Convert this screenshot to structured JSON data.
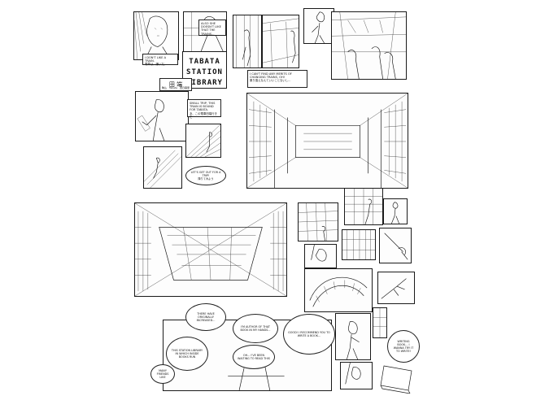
{
  "title": {
    "lines": [
      "TABATA",
      "STATION",
      "LIBRARY"
    ]
  },
  "captions": {
    "dont_like_train": {
      "en": "I DON'T LIKE A TRAIN.",
      "jp": "電車は、嫌いだ。"
    },
    "also_dont_like": {
      "en": "ALSO SHE DOESN'T LIKE THAT THE TRAINS...",
      "jp": ""
    },
    "cant_find_merit": {
      "en": "I CAN'T FIND ANY MERITS OF CHANGING TRAINS, OH!",
      "jp": "乗り換えなんていいことないし..."
    },
    "small_train": {
      "en": "SMALL TRIP, THIS TRAIN IS BOUND FOR TABATA.",
      "jp": "あ、この電車田端行きだ"
    },
    "lets_get_out": {
      "en": "LET'S GET OUT FOR A TRIP!",
      "jp": "降りてみよう"
    },
    "there_have": {
      "en": "THERE HAVE ORIGINALLY INCREASED...",
      "jp": ""
    },
    "the_station_library": {
      "en": "THIS STATION LIBRARY IN WHICH INSIDE BOOKS RUN",
      "jp": ""
    },
    "im_author": {
      "en": "I'M AUTHOR OF THAT BOOK IN MY HANDS...",
      "jp": ""
    },
    "oh": {
      "en": "OH... I'VE BEEN WAITING TO READ THIS",
      "jp": ""
    },
    "good": {
      "en": "GOOD! I RECOMMEND YOU TO WRITE A BOOK...",
      "jp": ""
    },
    "writing_book": {
      "en": "WRITING BOOK... I WANNA TRY IT TO WRITE!",
      "jp": ""
    },
    "many_friends": {
      "en": "MANY FRIENDS LIKE",
      "jp": ""
    }
  },
  "sign": {
    "kanji": "田 端",
    "left": "駒込",
    "mid": "Tabata",
    "right": "西日暮里"
  },
  "colors": {
    "ink": "#1a1a1a",
    "paper": "#ffffff"
  }
}
